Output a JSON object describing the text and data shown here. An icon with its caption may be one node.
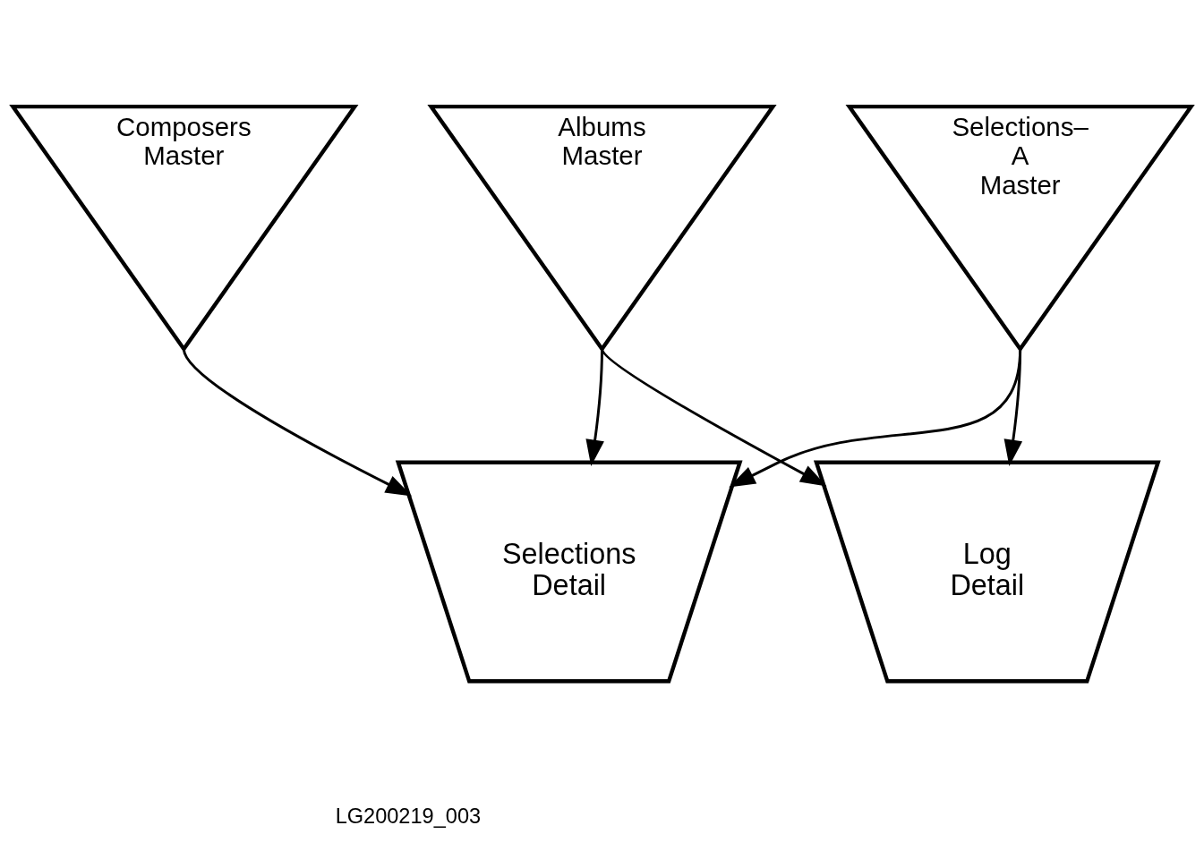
{
  "diagram": {
    "nodes": [
      {
        "text": [
          "Composers Master"
        ]
      },
      {
        "text": [
          "Albums Master"
        ]
      },
      {
        "text": [
          "Selections– A Master"
        ]
      },
      {
        "text": [
          "Selections Detail"
        ]
      },
      {
        "text": [
          "Log Detail"
        ]
      }
    ],
    "edges": [
      {
        "from": 0,
        "to": 3,
        "arrow": "to"
      },
      {
        "from": 1,
        "to": 3,
        "arrow": "to"
      },
      {
        "from": 1,
        "to": 4,
        "arrow": "to"
      },
      {
        "from": 2,
        "to": 3,
        "arrow": "to"
      },
      {
        "from": 2,
        "to": 4,
        "arrow": "to"
      }
    ],
    "labels": [
      "LG200219_003"
    ]
  }
}
